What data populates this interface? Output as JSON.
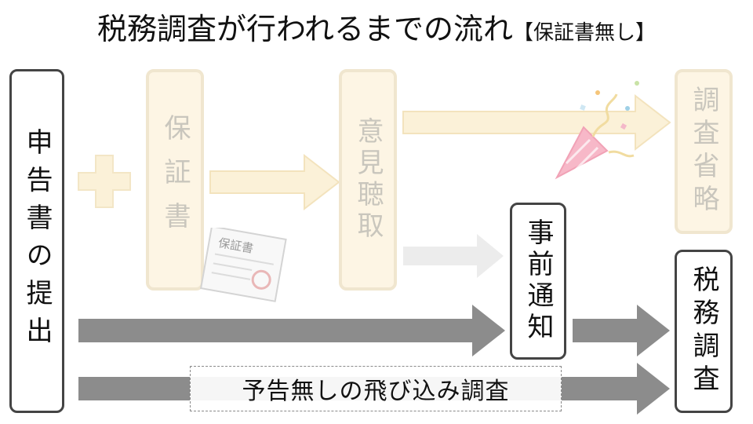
{
  "title": {
    "main": "税務調査が行われるまでの流れ",
    "suffix": "【保証書無し】"
  },
  "nodes": {
    "declaration": "申告書の提出",
    "guarantee": "保証書",
    "hearing": "意見聴取",
    "skip": "調査省略",
    "notice": "事前通知",
    "audit": "税務調査"
  },
  "stamp_text": "保証書",
  "surprise_audit": "予告無しの飛び込み調査",
  "colors": {
    "dark_arrow": "#8c8c8c",
    "faded_arrow": "#fbf1d8",
    "light_arrow": "#ececec",
    "box_border": "#444444"
  }
}
